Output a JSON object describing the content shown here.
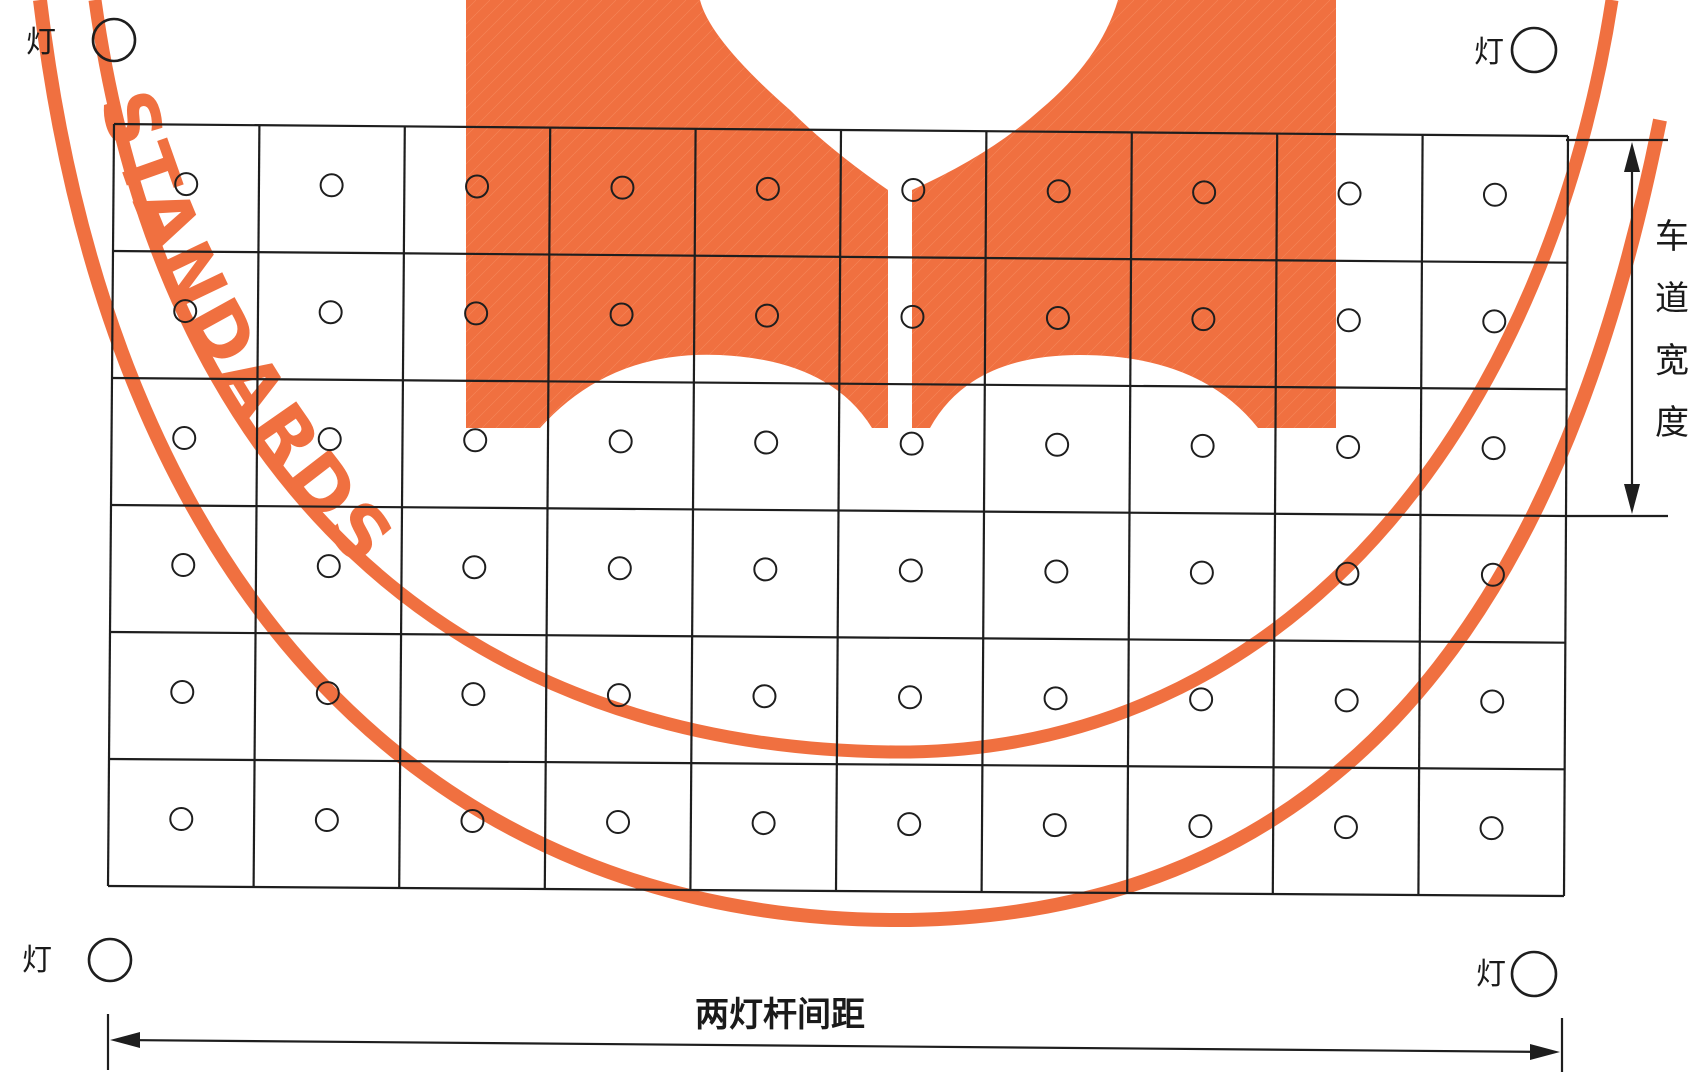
{
  "diagram": {
    "lamp_label": "灯",
    "lane_width_label": "车道宽度",
    "pole_spacing_label": "两灯杆间距",
    "grid": {
      "rows": 6,
      "cols": 10
    },
    "watermark_text": "STANDARDS",
    "colors": {
      "line": "#1e1e1e",
      "watermark": "#f07040",
      "background": "#ffffff"
    }
  }
}
